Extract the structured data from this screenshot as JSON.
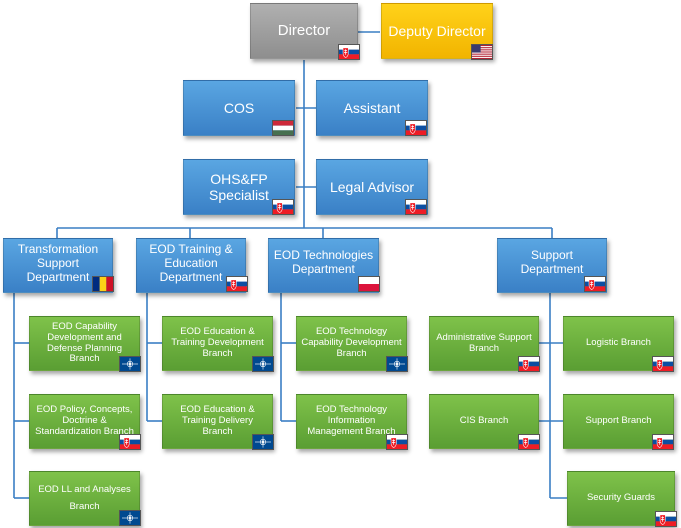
{
  "director": {
    "label": "Director"
  },
  "deputy_director": {
    "label": "Deputy Director"
  },
  "cos": {
    "label": "COS"
  },
  "assistant": {
    "label": "Assistant"
  },
  "ohs": {
    "label": "OHS&FP Specialist"
  },
  "legal": {
    "label": "Legal Advisor"
  },
  "departments": [
    {
      "label": "Transformation Support Department"
    },
    {
      "label": "EOD Training & Education Department"
    },
    {
      "label": "EOD Technologies Department"
    },
    {
      "label": "Support Department"
    }
  ],
  "branches": {
    "capability_dev": "EOD Capability Development and Defense Planning Branch",
    "policy": "EOD Policy, Concepts, Doctrine & Standardization Branch",
    "ll": "EOD LL and Analyses Branch",
    "training_dev": "EOD Education & Training Development Branch",
    "training_delivery": "EOD Education & Training Delivery Branch",
    "tech_capability": "EOD Technology Capability Development Branch",
    "tech_info": "EOD Technology Information Management Branch",
    "admin_support": "Administrative Support Branch",
    "cis": "CIS Branch",
    "logistic": "Logistic Branch",
    "support_branch": "Support Branch",
    "security": "Security Guards"
  },
  "icons": {
    "slovakia": "slovakia-flag-icon",
    "usa": "usa-flag-icon",
    "hungary": "hungary-flag-icon",
    "romania": "romania-flag-icon",
    "poland": "poland-flag-icon",
    "nato": "nato-flag-icon"
  },
  "colors": {
    "director": "#9e9e9e",
    "deputy": "#f5c000",
    "staff": "#4a90d9",
    "branch": "#6aaf3d",
    "connector": "#3a7fc4"
  }
}
